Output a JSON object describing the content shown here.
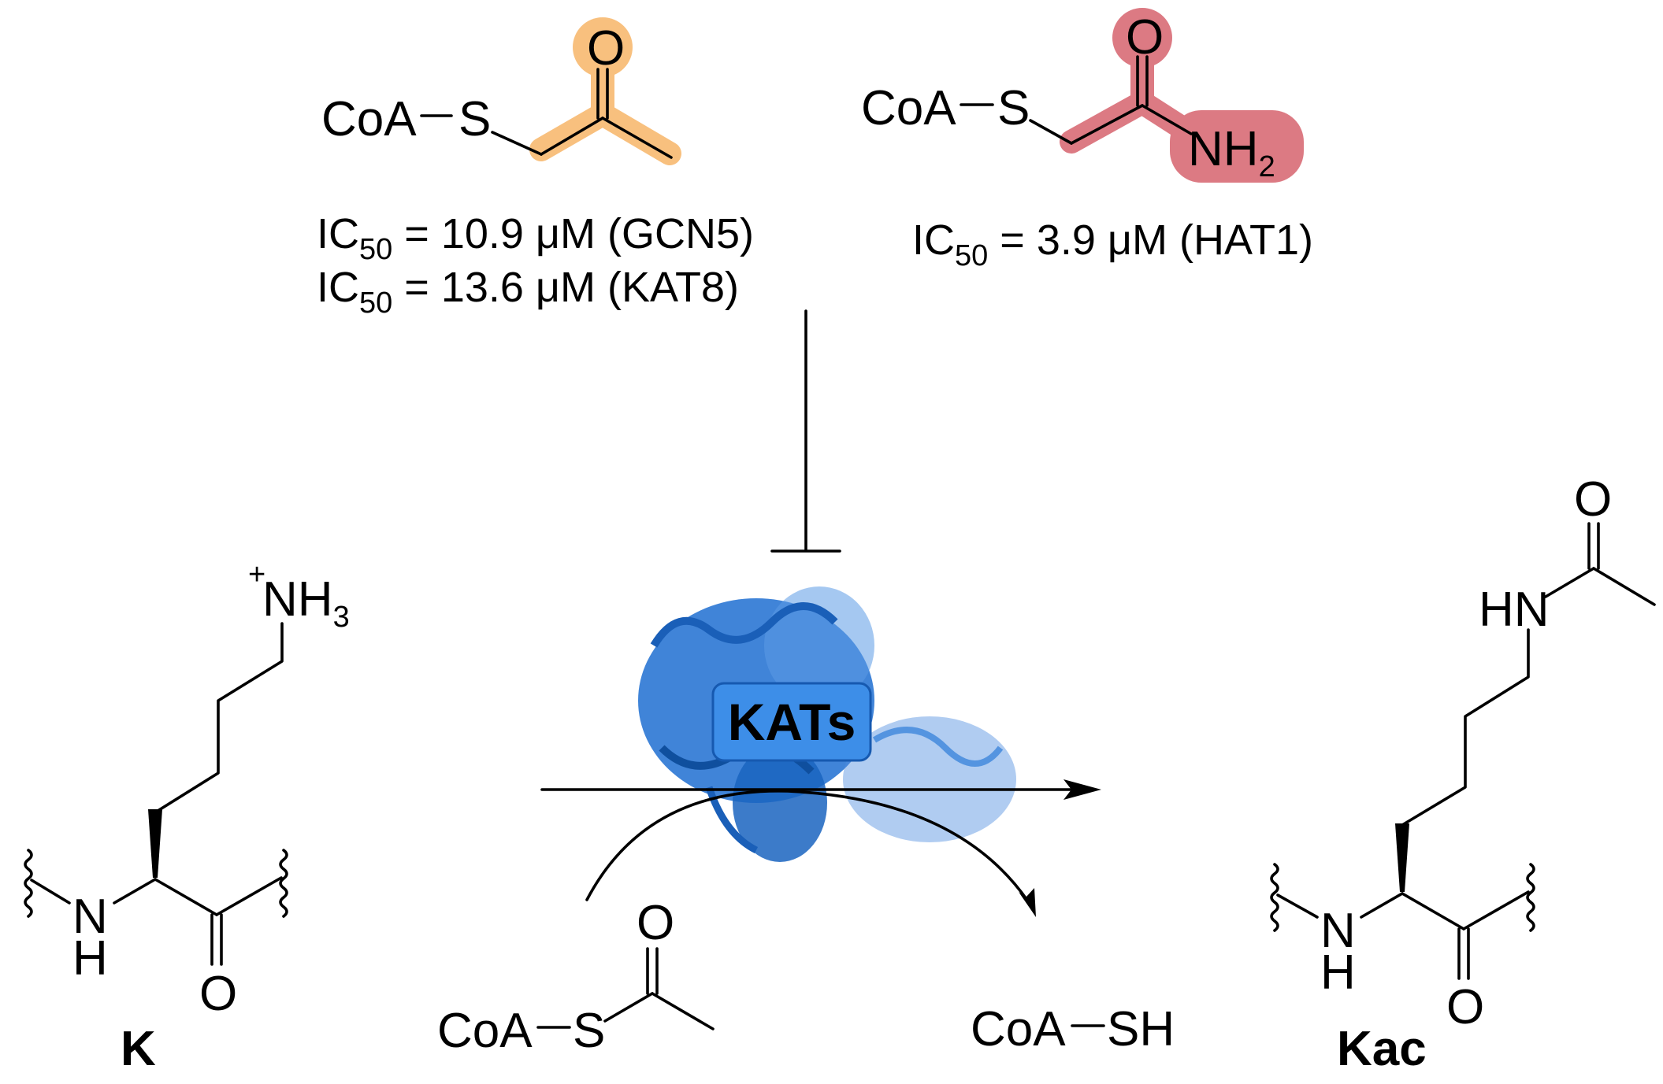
{
  "colors": {
    "orange_highlight": "#f8c07e",
    "red_highlight": "#dc7a83",
    "protein_blue": "#1f6fd1",
    "kats_box": "#3d8ee8"
  },
  "inhibitor1": {
    "coa": "CoA",
    "s": "S",
    "o": "O",
    "ic_prefix": "IC",
    "ic_sub": "50",
    "line1": " = 10.9 μM (GCN5)",
    "line2": " = 13.6 μM (KAT8)"
  },
  "inhibitor2": {
    "coa": "CoA",
    "s": "S",
    "o": "O",
    "nh": "NH",
    "nh_sub": "2",
    "ic_prefix": "IC",
    "ic_sub": "50",
    "line1": " = 3.9 μM (HAT1)"
  },
  "lysine": {
    "plus": "+",
    "nh": "NH",
    "nh_sub": "3",
    "n": "N",
    "h": "H",
    "o": "O",
    "label": "K"
  },
  "acetyl_lysine": {
    "o": "O",
    "hn": "HN",
    "n": "N",
    "h": "H",
    "o2": "O",
    "label": "Kac"
  },
  "acetyl_coa": {
    "coa": "CoA",
    "s": "S",
    "o": "O"
  },
  "coa_sh": {
    "coa": "CoA",
    "sh": "SH"
  },
  "enzyme": {
    "label": "KATs",
    "icon": "protein-structure-icon"
  }
}
